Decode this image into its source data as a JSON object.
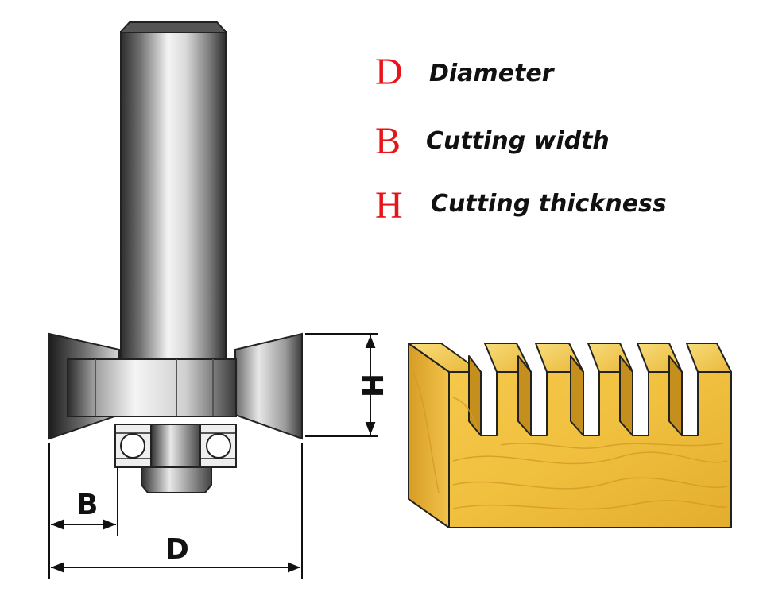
{
  "legend": [
    {
      "letter": "D",
      "description": "Diameter"
    },
    {
      "letter": "B",
      "description": "Cutting width"
    },
    {
      "letter": "H",
      "description": "Cutting thickness"
    }
  ],
  "dimension_labels": {
    "d": "D",
    "b": "B",
    "h": "H"
  },
  "colors": {
    "legend_letter": "#e8141c",
    "legend_text": "#111111",
    "wood": "#f3c64a",
    "wood_dark": "#c58f1e",
    "metal_dark": "#3a3a3a",
    "metal_light": "#f2f2f2"
  }
}
